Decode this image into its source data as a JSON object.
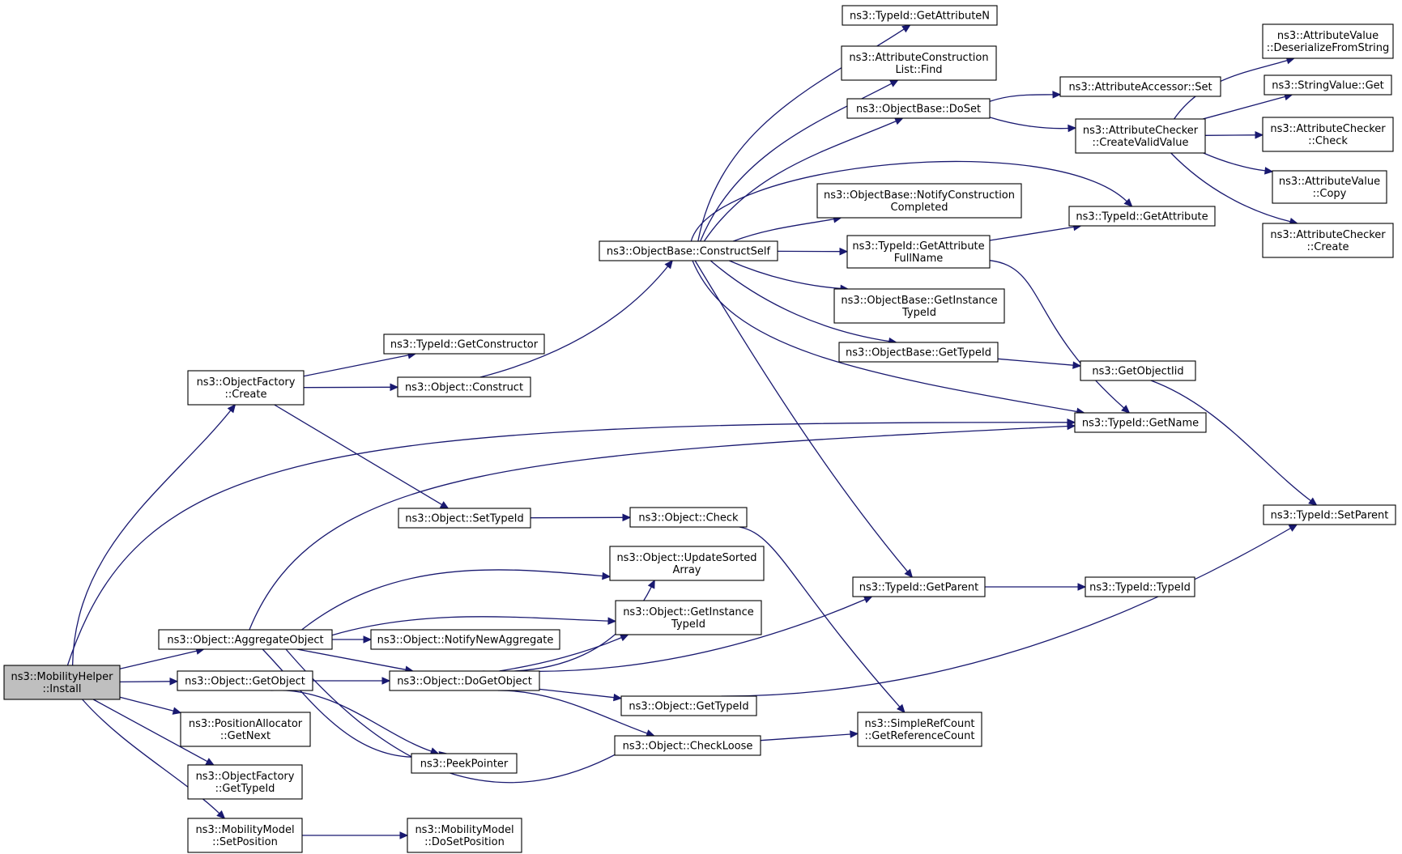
{
  "graph": {
    "colors": {
      "edge": "#191970",
      "root_fill": "#bfbfbf",
      "node_fill": "#ffffff",
      "node_stroke": "#000000"
    },
    "nodes": [
      {
        "id": "install",
        "lines": [
          "ns3::MobilityHelper",
          "::Install"
        ],
        "root": true
      },
      {
        "id": "of_create",
        "lines": [
          "ns3::ObjectFactory",
          "::Create"
        ]
      },
      {
        "id": "aggregate",
        "lines": [
          "ns3::Object::AggregateObject"
        ]
      },
      {
        "id": "getobject",
        "lines": [
          "ns3::Object::GetObject"
        ]
      },
      {
        "id": "pa_getnext",
        "lines": [
          "ns3::PositionAllocator",
          "::GetNext"
        ]
      },
      {
        "id": "of_gettypeid",
        "lines": [
          "ns3::ObjectFactory",
          "::GetTypeId"
        ]
      },
      {
        "id": "mm_setpos",
        "lines": [
          "ns3::MobilityModel",
          "::SetPosition"
        ]
      },
      {
        "id": "getconstructor",
        "lines": [
          "ns3::TypeId::GetConstructor"
        ]
      },
      {
        "id": "construct",
        "lines": [
          "ns3::Object::Construct"
        ]
      },
      {
        "id": "settypeid",
        "lines": [
          "ns3::Object::SetTypeId"
        ]
      },
      {
        "id": "notifynew",
        "lines": [
          "ns3::Object::NotifyNewAggregate"
        ]
      },
      {
        "id": "dogetobject",
        "lines": [
          "ns3::Object::DoGetObject"
        ]
      },
      {
        "id": "peekpointer",
        "lines": [
          "ns3::PeekPointer"
        ]
      },
      {
        "id": "mm_dosetpos",
        "lines": [
          "ns3::MobilityModel",
          "::DoSetPosition"
        ]
      },
      {
        "id": "constructself",
        "lines": [
          "ns3::ObjectBase::ConstructSelf"
        ]
      },
      {
        "id": "check",
        "lines": [
          "ns3::Object::Check"
        ]
      },
      {
        "id": "updatesorted",
        "lines": [
          "ns3::Object::UpdateSorted",
          "Array"
        ]
      },
      {
        "id": "o_getinsttypeid",
        "lines": [
          "ns3::Object::GetInstance",
          "TypeId"
        ]
      },
      {
        "id": "o_gettypeid",
        "lines": [
          "ns3::Object::GetTypeId"
        ]
      },
      {
        "id": "checkloose",
        "lines": [
          "ns3::Object::CheckLoose"
        ]
      },
      {
        "id": "getattributen",
        "lines": [
          "ns3::TypeId::GetAttributeN"
        ]
      },
      {
        "id": "attrconstrfind",
        "lines": [
          "ns3::AttributeConstruction",
          "List::Find"
        ]
      },
      {
        "id": "doset",
        "lines": [
          "ns3::ObjectBase::DoSet"
        ]
      },
      {
        "id": "notifyconstr",
        "lines": [
          "ns3::ObjectBase::NotifyConstruction",
          "Completed"
        ]
      },
      {
        "id": "getattrfullname",
        "lines": [
          "ns3::TypeId::GetAttribute",
          "FullName"
        ]
      },
      {
        "id": "ob_getinsttypeid",
        "lines": [
          "ns3::ObjectBase::GetInstance",
          "TypeId"
        ]
      },
      {
        "id": "ob_gettypeid",
        "lines": [
          "ns3::ObjectBase::GetTypeId"
        ]
      },
      {
        "id": "getparent",
        "lines": [
          "ns3::TypeId::GetParent"
        ]
      },
      {
        "id": "getrefcount",
        "lines": [
          "ns3::SimpleRefCount",
          "::GetReferenceCount"
        ]
      },
      {
        "id": "accessorset",
        "lines": [
          "ns3::AttributeAccessor::Set"
        ]
      },
      {
        "id": "createvalid",
        "lines": [
          "ns3::AttributeChecker",
          "::CreateValidValue"
        ]
      },
      {
        "id": "getattribute",
        "lines": [
          "ns3::TypeId::GetAttribute"
        ]
      },
      {
        "id": "getobjectiid",
        "lines": [
          "ns3::GetObjectIid"
        ]
      },
      {
        "id": "getname",
        "lines": [
          "ns3::TypeId::GetName"
        ]
      },
      {
        "id": "typeidctor",
        "lines": [
          "ns3::TypeId::TypeId"
        ]
      },
      {
        "id": "deserialize",
        "lines": [
          "ns3::AttributeValue",
          "::DeserializeFromString"
        ]
      },
      {
        "id": "stringget",
        "lines": [
          "ns3::StringValue::Get"
        ]
      },
      {
        "id": "checker_check",
        "lines": [
          "ns3::AttributeChecker",
          "::Check"
        ]
      },
      {
        "id": "value_copy",
        "lines": [
          "ns3::AttributeValue",
          "::Copy"
        ]
      },
      {
        "id": "checker_create",
        "lines": [
          "ns3::AttributeChecker",
          "::Create"
        ]
      },
      {
        "id": "setparent",
        "lines": [
          "ns3::TypeId::SetParent"
        ]
      }
    ],
    "edges": [
      [
        "install",
        "of_create"
      ],
      [
        "install",
        "getname"
      ],
      [
        "install",
        "aggregate"
      ],
      [
        "install",
        "getobject"
      ],
      [
        "install",
        "pa_getnext"
      ],
      [
        "install",
        "of_gettypeid"
      ],
      [
        "install",
        "mm_setpos"
      ],
      [
        "of_create",
        "getconstructor"
      ],
      [
        "of_create",
        "construct"
      ],
      [
        "of_create",
        "settypeid"
      ],
      [
        "aggregate",
        "getname"
      ],
      [
        "aggregate",
        "updatesorted"
      ],
      [
        "aggregate",
        "o_getinsttypeid"
      ],
      [
        "aggregate",
        "notifynew"
      ],
      [
        "aggregate",
        "dogetobject"
      ],
      [
        "aggregate",
        "peekpointer"
      ],
      [
        "aggregate",
        "checkloose"
      ],
      [
        "getobject",
        "dogetobject"
      ],
      [
        "getobject",
        "peekpointer"
      ],
      [
        "mm_setpos",
        "mm_dosetpos"
      ],
      [
        "construct",
        "constructself"
      ],
      [
        "settypeid",
        "check"
      ],
      [
        "dogetobject",
        "updatesorted"
      ],
      [
        "dogetobject",
        "o_getinsttypeid"
      ],
      [
        "dogetobject",
        "getparent"
      ],
      [
        "dogetobject",
        "o_gettypeid"
      ],
      [
        "dogetobject",
        "checkloose"
      ],
      [
        "check",
        "getrefcount"
      ],
      [
        "checkloose",
        "getrefcount"
      ],
      [
        "o_gettypeid",
        "setparent"
      ],
      [
        "constructself",
        "getattributen"
      ],
      [
        "constructself",
        "attrconstrfind"
      ],
      [
        "constructself",
        "doset"
      ],
      [
        "constructself",
        "getattribute"
      ],
      [
        "constructself",
        "notifyconstr"
      ],
      [
        "constructself",
        "getattrfullname"
      ],
      [
        "constructself",
        "ob_getinsttypeid"
      ],
      [
        "constructself",
        "ob_gettypeid"
      ],
      [
        "constructself",
        "getname"
      ],
      [
        "constructself",
        "getparent"
      ],
      [
        "doset",
        "accessorset"
      ],
      [
        "doset",
        "createvalid"
      ],
      [
        "createvalid",
        "deserialize"
      ],
      [
        "createvalid",
        "stringget"
      ],
      [
        "createvalid",
        "checker_check"
      ],
      [
        "createvalid",
        "value_copy"
      ],
      [
        "createvalid",
        "checker_create"
      ],
      [
        "getattrfullname",
        "getattribute"
      ],
      [
        "getattrfullname",
        "getname"
      ],
      [
        "ob_gettypeid",
        "getobjectiid"
      ],
      [
        "getobjectiid",
        "setparent"
      ],
      [
        "getparent",
        "typeidctor"
      ]
    ]
  }
}
